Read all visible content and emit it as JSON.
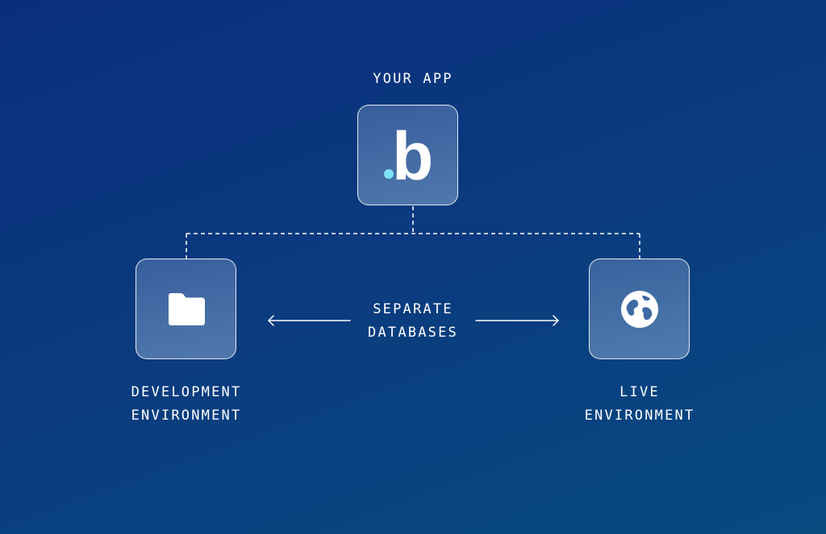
{
  "diagram": {
    "app": {
      "label": "YOUR APP",
      "logo_letter": "b",
      "logo_dot_color": "#7fe3f5"
    },
    "development": {
      "label_line1": "DEVELOPMENT",
      "label_line2": "ENVIRONMENT",
      "icon": "folder-icon"
    },
    "live": {
      "label_line1": "LIVE",
      "label_line2": "ENVIRONMENT",
      "icon": "globe-icon"
    },
    "middle": {
      "label_line1": "SEPARATE",
      "label_line2": "DATABASES"
    }
  },
  "colors": {
    "background_start": "#0b2e7c",
    "background_end": "#074a80",
    "line": "#ffffff"
  }
}
